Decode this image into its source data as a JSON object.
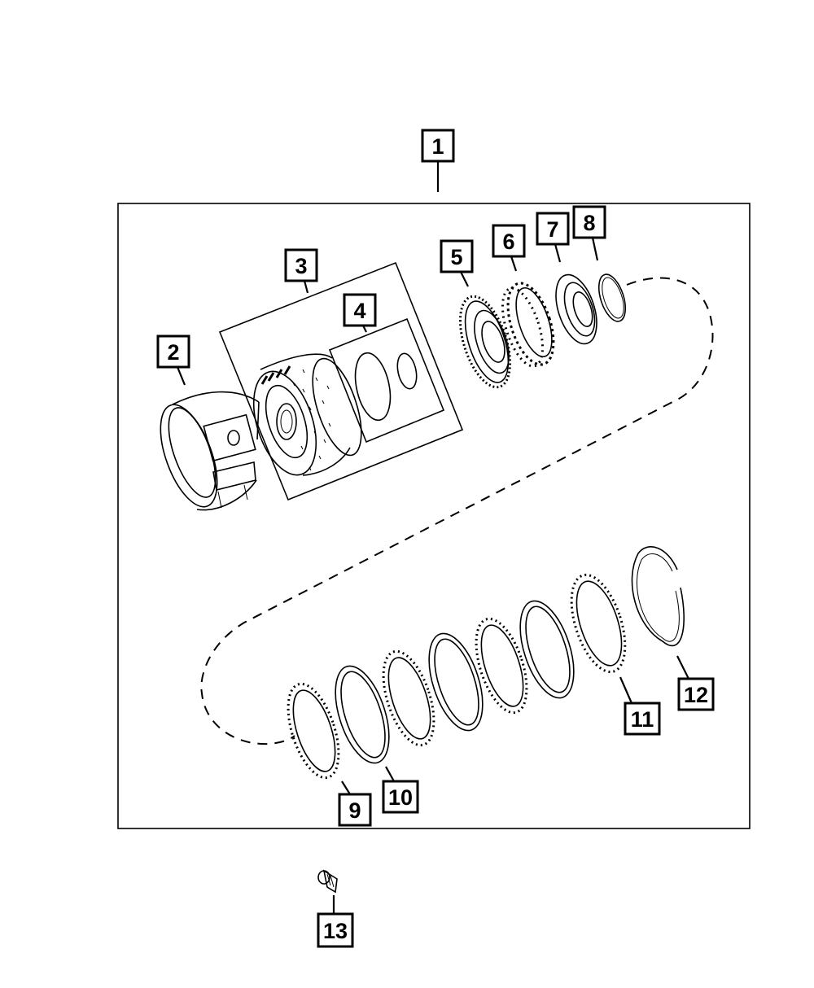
{
  "callouts": [
    {
      "id": "1",
      "label": "1"
    },
    {
      "id": "2",
      "label": "2"
    },
    {
      "id": "3",
      "label": "3"
    },
    {
      "id": "4",
      "label": "4"
    },
    {
      "id": "5",
      "label": "5"
    },
    {
      "id": "6",
      "label": "6"
    },
    {
      "id": "7",
      "label": "7"
    },
    {
      "id": "8",
      "label": "8"
    },
    {
      "id": "9",
      "label": "9"
    },
    {
      "id": "10",
      "label": "10"
    },
    {
      "id": "11",
      "label": "11"
    },
    {
      "id": "12",
      "label": "12"
    },
    {
      "id": "13",
      "label": "13"
    }
  ],
  "colors": {
    "line": "#000000",
    "background": "#ffffff"
  }
}
